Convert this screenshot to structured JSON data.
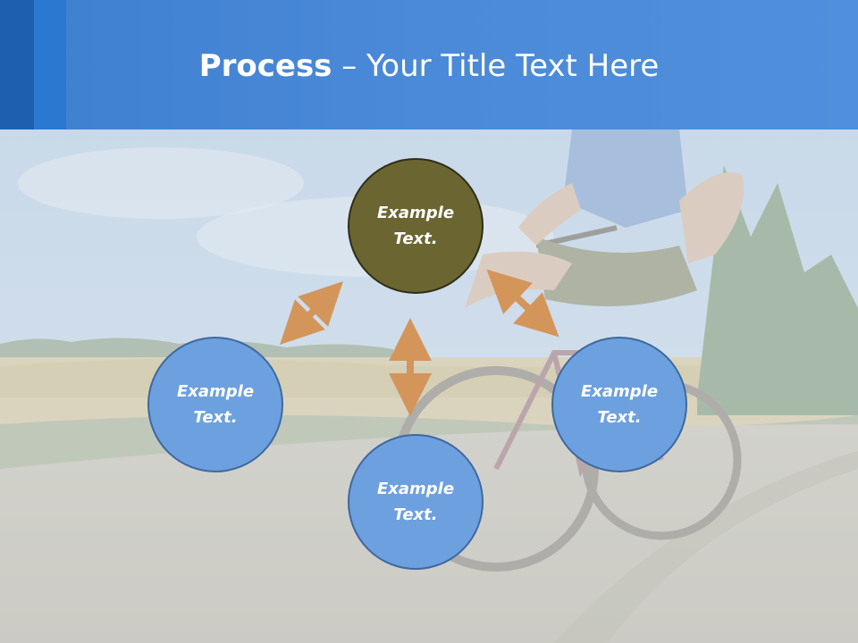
{
  "slide": {
    "title_bold": "Process",
    "title_rest": " – Your Title Text Here"
  },
  "diagram": {
    "nodes": [
      {
        "id": "top",
        "label": "Example\nText.",
        "color": "#6b6631"
      },
      {
        "id": "left",
        "label": "Example\nText.",
        "color": "#6da0de"
      },
      {
        "id": "right",
        "label": "Example\nText.",
        "color": "#6da0de"
      },
      {
        "id": "bottom",
        "label": "Example\nText.",
        "color": "#6da0de"
      }
    ],
    "arrow_color": "#d4955a"
  },
  "colors": {
    "header": "#4a8ad8",
    "accent_dark": "#1f5fb0"
  }
}
